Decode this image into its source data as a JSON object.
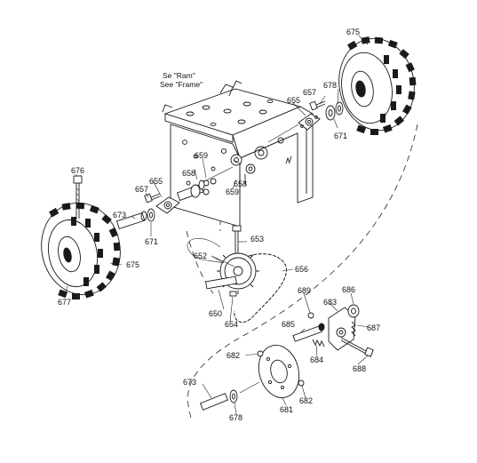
{
  "diagram": {
    "notes": {
      "ram": "Se \"Ram\"",
      "frame": "See \"Frame\""
    },
    "part_labels": {
      "p675_top": "675",
      "p657_right": "657",
      "p678_right": "678",
      "p655_right": "655",
      "p671_right": "671",
      "p658_mid": "658",
      "p659_mid": "659",
      "p658_frame": "658",
      "p659_frame": "659",
      "p676": "676",
      "p655_left": "655",
      "p657_left": "657",
      "p673_left": "673",
      "p671_left": "671",
      "p653": "653",
      "p675_left": "675",
      "p677": "677",
      "p652": "652",
      "p656": "656",
      "p650": "650",
      "p654": "654",
      "p689": "689",
      "p686": "686",
      "p683": "683",
      "p687": "687",
      "p685": "685",
      "p682_left": "682",
      "p684": "684",
      "p688": "688",
      "p673_bottom": "673",
      "p682_bottom": "682",
      "p681": "681",
      "p678_bottom": "678"
    }
  }
}
